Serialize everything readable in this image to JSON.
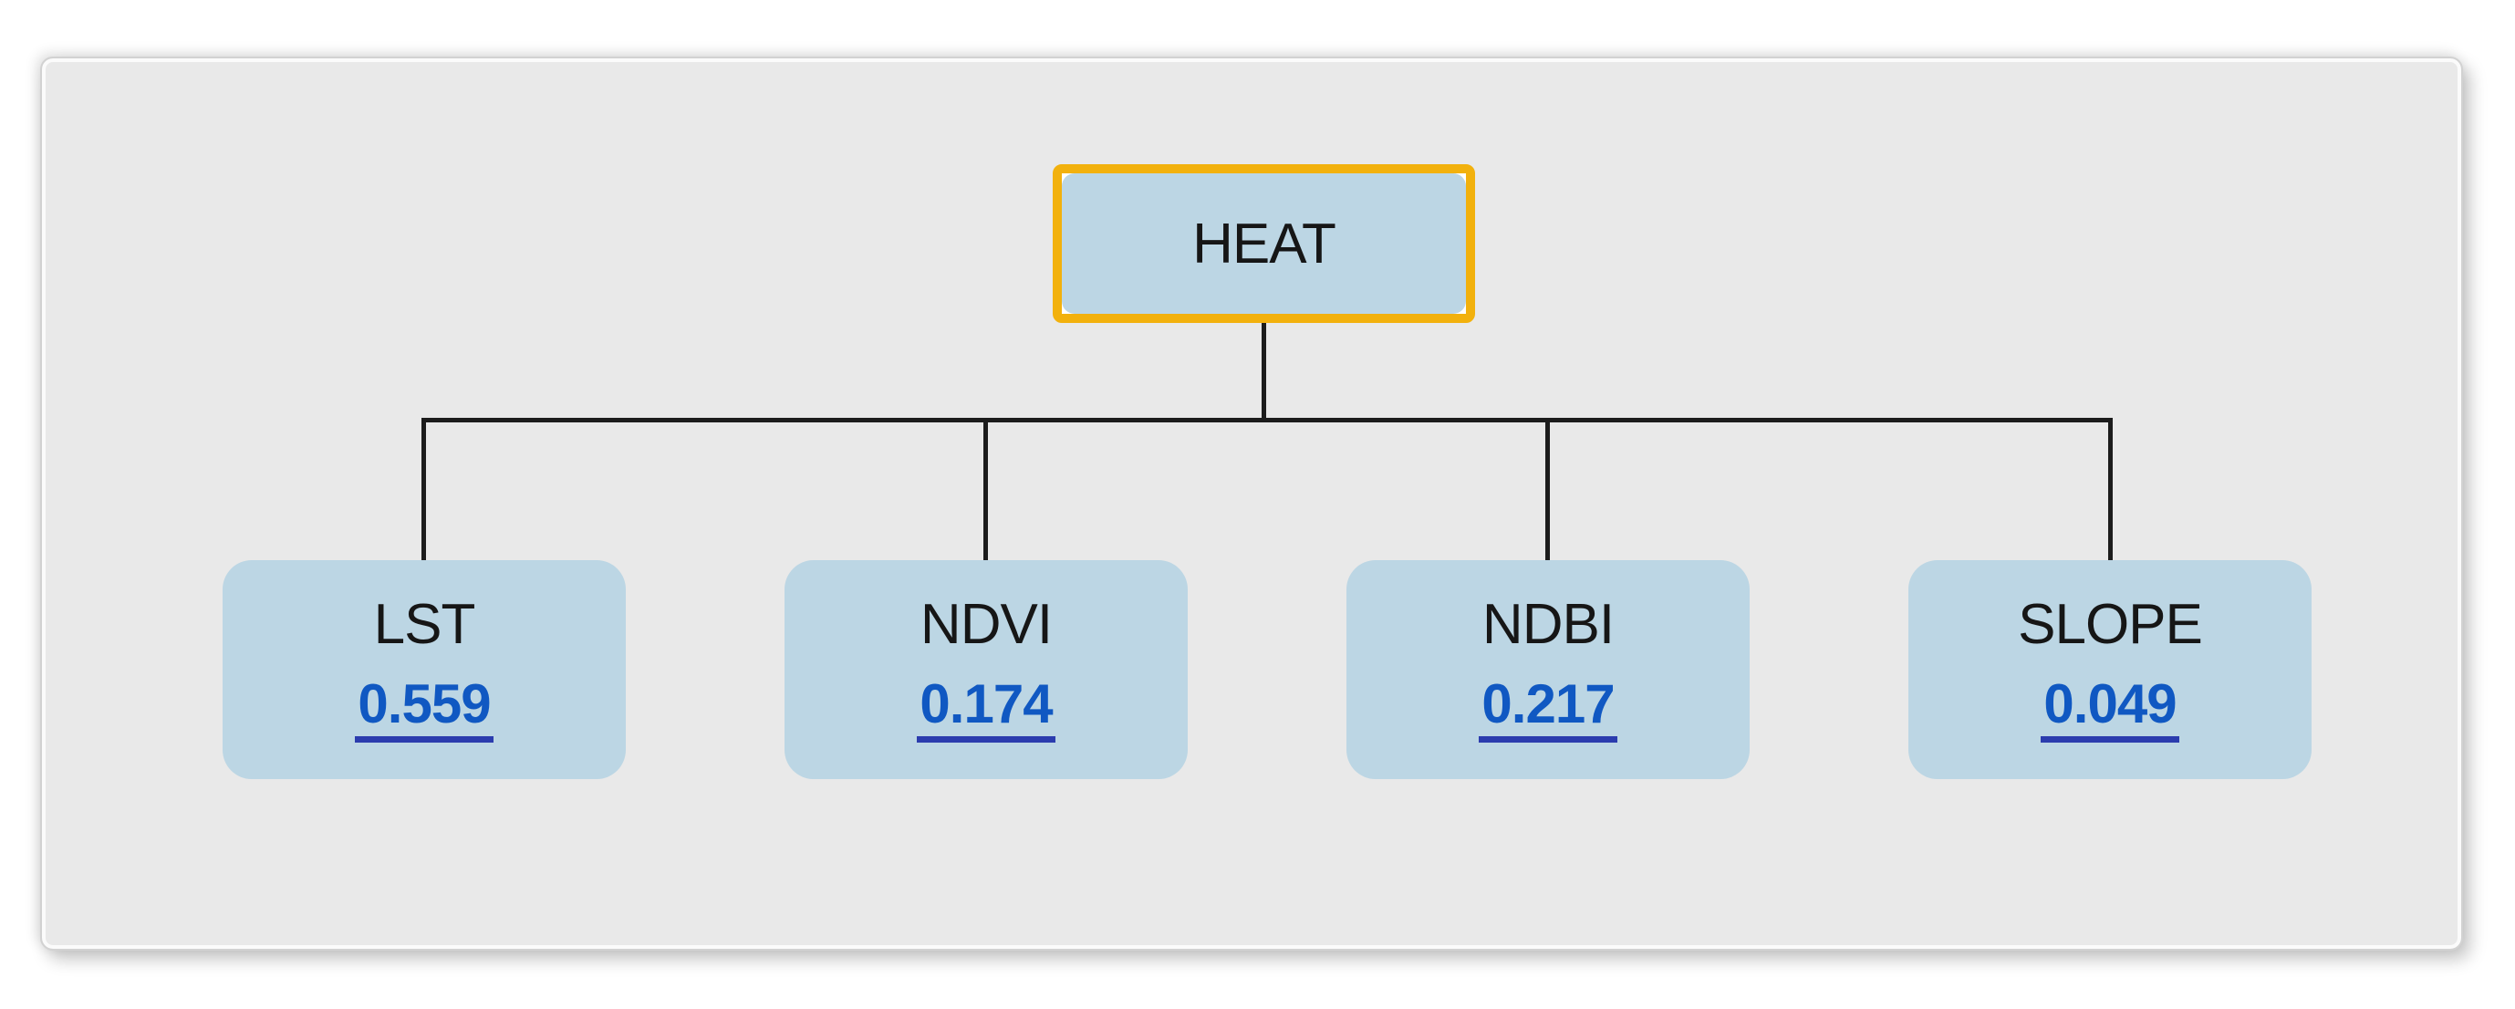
{
  "diagram": {
    "root": {
      "label": "HEAT"
    },
    "children": [
      {
        "label": "LST",
        "value": "0.559"
      },
      {
        "label": "NDVI",
        "value": "0.174"
      },
      {
        "label": "NDBI",
        "value": "0.217"
      },
      {
        "label": "SLOPE",
        "value": "0.049"
      }
    ],
    "colors": {
      "panel_background": "#e9e9e9",
      "node_fill": "#bcd6e4",
      "root_selection_border": "#f2b10d",
      "node_label_text": "#161616",
      "value_link_text": "#1058c2",
      "value_underline": "#2b3cae",
      "connector": "#1c1c1c"
    }
  }
}
